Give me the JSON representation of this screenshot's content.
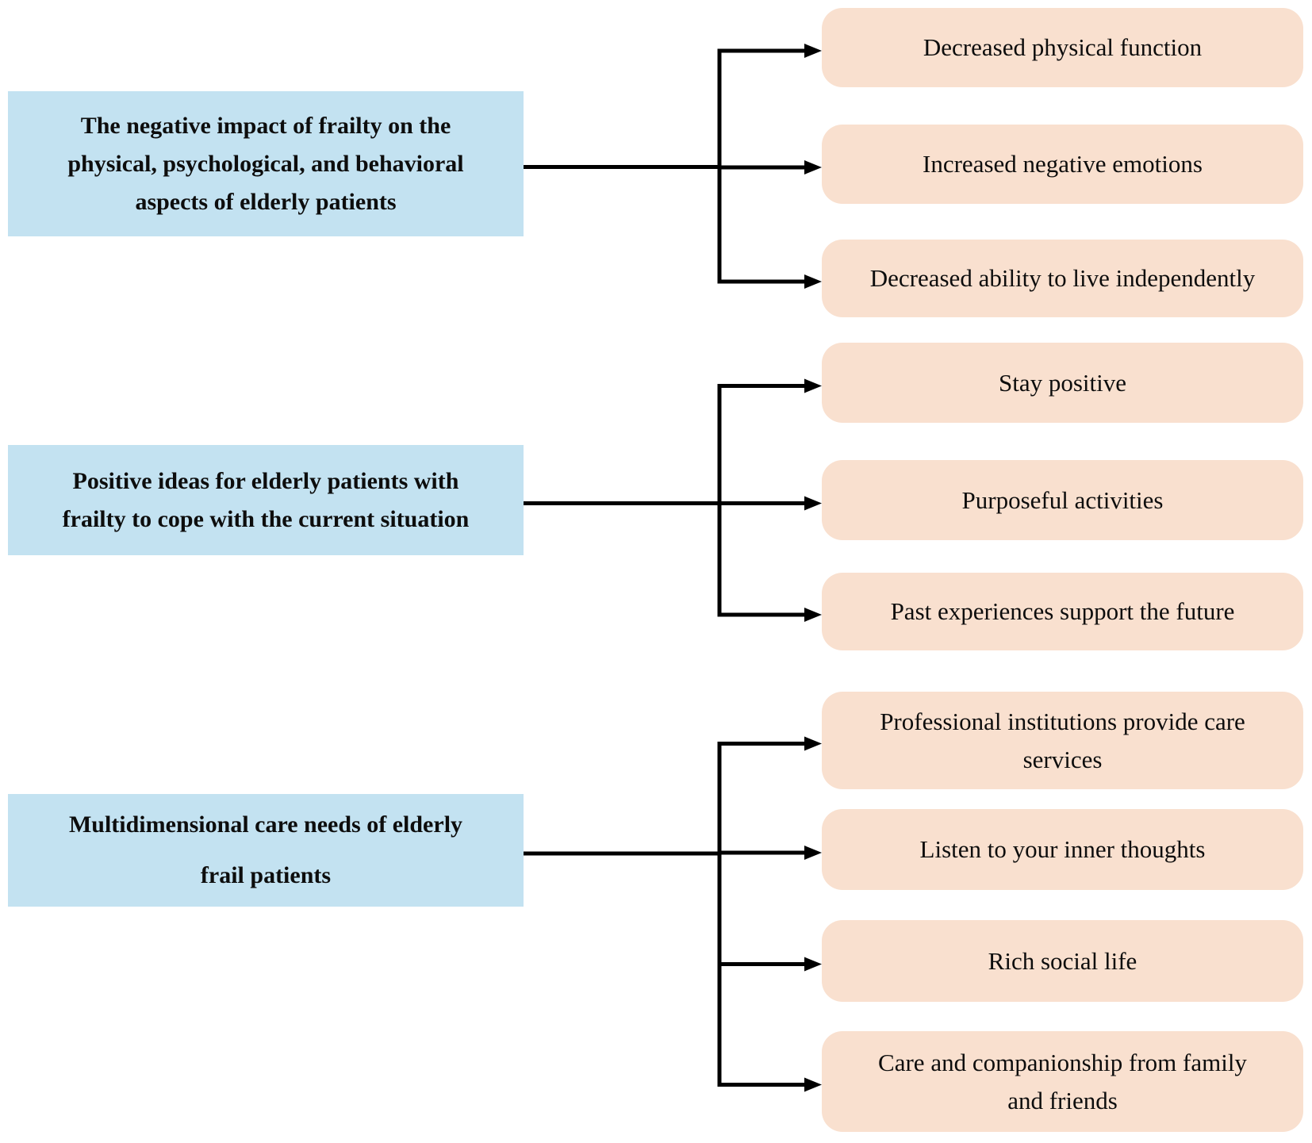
{
  "diagram": {
    "colors": {
      "source_box_fill": "#c3e2f1",
      "target_box_fill": "#f9e0cf",
      "connector": "#000000",
      "text": "#0d0d0d",
      "background": "#ffffff"
    },
    "groups": [
      {
        "source": {
          "lines": [
            "The negative impact of frailty on the",
            "physical, psychological, and behavioral",
            "aspects of elderly patients"
          ]
        },
        "targets": [
          {
            "label": "Decreased physical function"
          },
          {
            "label": "Increased negative emotions"
          },
          {
            "label": "Decreased ability to live independently"
          }
        ]
      },
      {
        "source": {
          "lines": [
            "Positive ideas for elderly patients with",
            "frailty to cope with the current situation"
          ]
        },
        "targets": [
          {
            "label": "Stay positive"
          },
          {
            "label": "Purposeful activities"
          },
          {
            "label": "Past experiences support the future"
          }
        ]
      },
      {
        "source": {
          "lines": [
            "Multidimensional care needs of elderly",
            "frail patients"
          ]
        },
        "targets": [
          {
            "label": [
              "Professional institutions provide care",
              "services"
            ]
          },
          {
            "label": "Listen to your inner thoughts"
          },
          {
            "label": "Rich social life"
          },
          {
            "label": [
              "Care and companionship from family",
              "and friends"
            ]
          }
        ]
      }
    ]
  }
}
